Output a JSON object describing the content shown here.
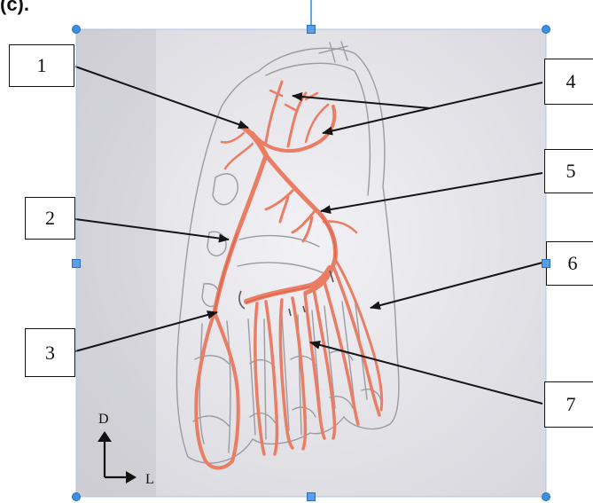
{
  "caption": "(c).",
  "callouts": [
    "1",
    "2",
    "3",
    "4",
    "5",
    "6",
    "7"
  ],
  "orientation": {
    "up_label": "D",
    "right_label": "L"
  },
  "colors": {
    "photo_bg": "#e4e3e8",
    "artery": "#ea7d63",
    "artery_dark": "#d65a40",
    "pencil": "#8f8f96",
    "arrow": "#151515",
    "handle": "#3d8fe0"
  }
}
